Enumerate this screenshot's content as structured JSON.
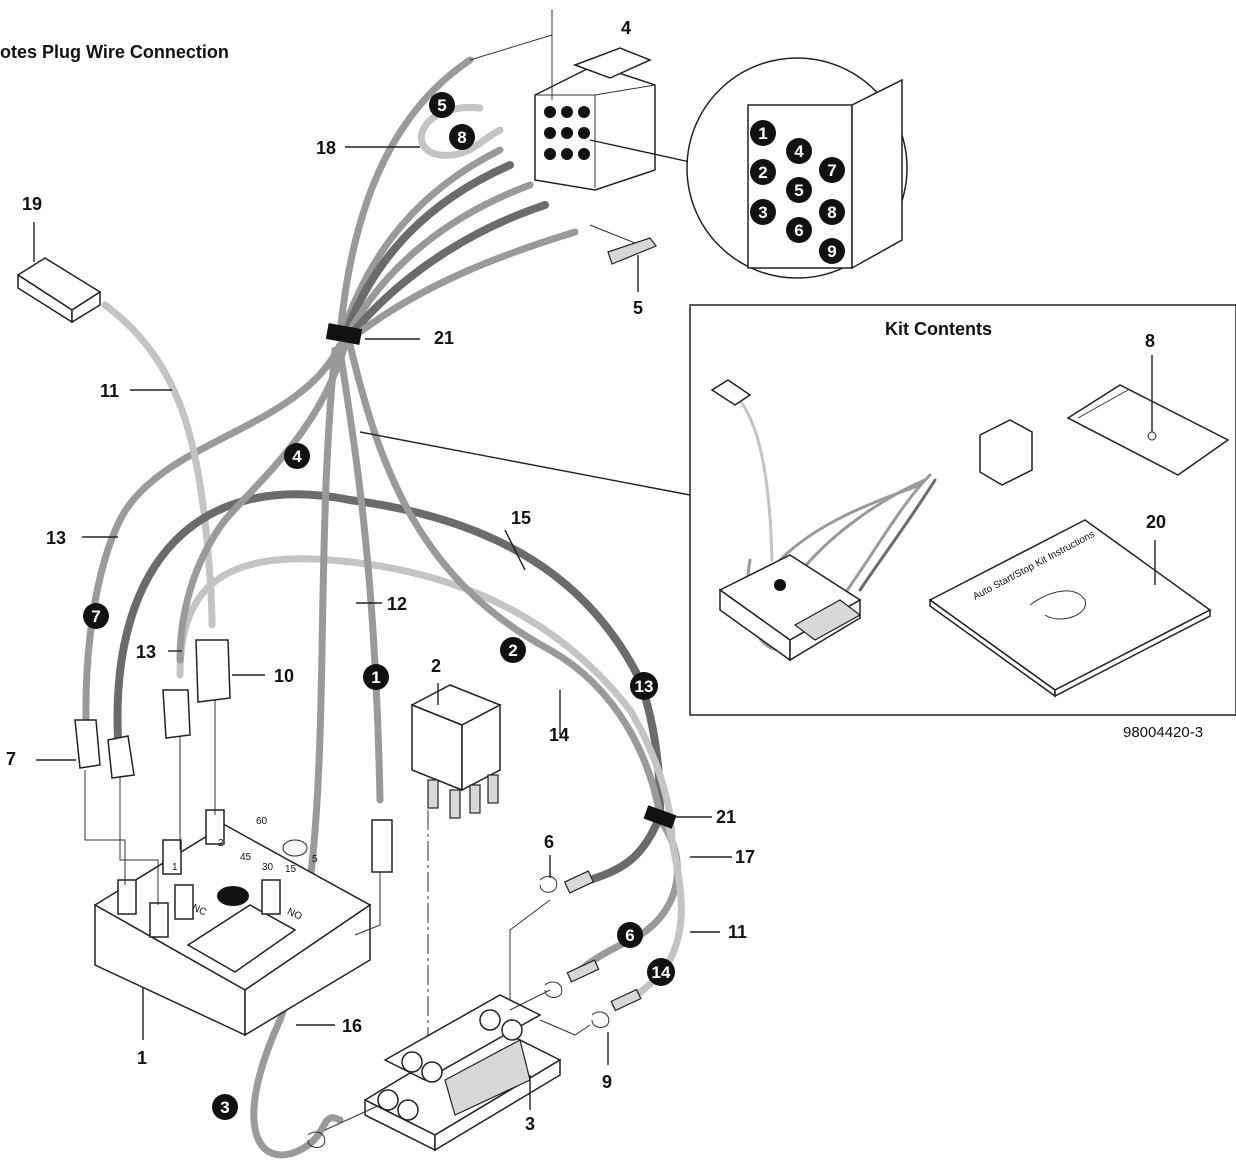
{
  "header": {
    "legend_text": "otes Plug Wire Connection"
  },
  "callouts": {
    "c1": "1",
    "c2": "2",
    "c3": "3",
    "c4": "4",
    "c5": "5",
    "c6": "6",
    "c7": "7",
    "c8": "8",
    "c9": "9",
    "c10": "10",
    "c11a": "11",
    "c11b": "11",
    "c12": "12",
    "c13a": "13",
    "c13b": "13",
    "c14": "14",
    "c15": "15",
    "c16": "16",
    "c17": "17",
    "c18": "18",
    "c19": "19",
    "c20": "20",
    "c21a": "21",
    "c21b": "21"
  },
  "plug_pins": {
    "p1": "1",
    "p2": "2",
    "p3": "3",
    "p4": "4",
    "p5": "5",
    "p6": "6",
    "p7": "7",
    "p8": "8",
    "p9": "9"
  },
  "wire_badges": {
    "b1": "1",
    "b2": "2",
    "b3": "3",
    "b4": "4",
    "b5": "5",
    "b6": "6",
    "b7": "7",
    "b8": "8",
    "b13": "13",
    "b14": "14"
  },
  "timer_labels": {
    "nc": "NC",
    "no": "NO",
    "t1": "1",
    "t2": "2",
    "d60": "60",
    "d45": "45",
    "d30": "30",
    "d15": "15",
    "d5": "5"
  },
  "kit_panel": {
    "title": "Kit Contents",
    "manual_title": "Auto Start/Stop Kit Instructions"
  },
  "figure_code": "98004420-3",
  "colors": {
    "line": "#222222",
    "wire_light": "#c4c4c4",
    "wire_mid": "#9a9a9a",
    "wire_dark": "#6b6b6b"
  }
}
